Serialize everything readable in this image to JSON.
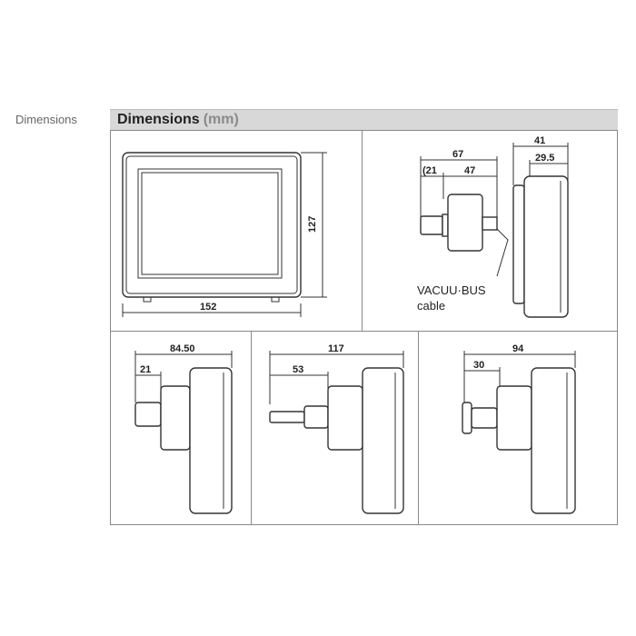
{
  "side_label": "Dimensions",
  "header": {
    "title": "Dimensions",
    "unit": "(mm)"
  },
  "front": {
    "width": "152",
    "height": "127"
  },
  "side_cable": {
    "total": "67",
    "left": "(21",
    "right": "47",
    "depth": "41",
    "depth2": "29.5",
    "caption_line1": "VACUU·BUS",
    "caption_line2": "cable"
  },
  "side_a": {
    "total": "84.50",
    "part": "21"
  },
  "side_b": {
    "total": "117",
    "part": "53"
  },
  "side_c": {
    "total": "94",
    "part": "30"
  }
}
